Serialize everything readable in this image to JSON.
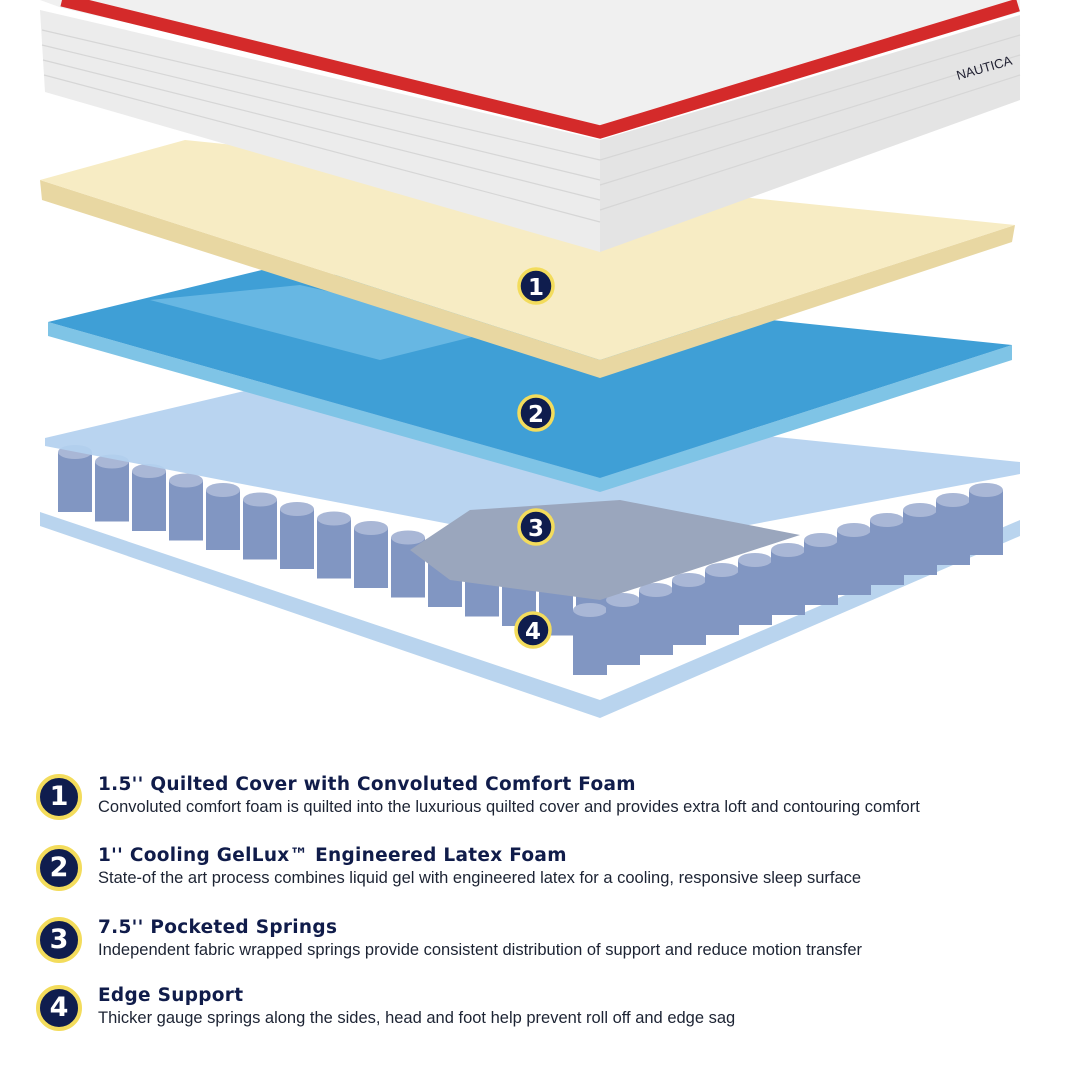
{
  "brand_logo": "NAUTICA",
  "diagram": {
    "layer_markers": [
      "1",
      "2",
      "3",
      "4"
    ]
  },
  "legend": [
    {
      "number": "1",
      "title": "1.5'' Quilted Cover with Convoluted Comfort Foam",
      "description": "Convoluted comfort foam is quilted into the luxurious quilted cover and provides extra loft and contouring comfort"
    },
    {
      "number": "2",
      "title": "1'' Cooling GelLux™ Engineered Latex Foam",
      "description": "State-of the art process combines liquid gel with engineered latex for a cooling, responsive sleep surface"
    },
    {
      "number": "3",
      "title": "7.5'' Pocketed Springs",
      "description": "Independent fabric wrapped springs provide consistent distribution of support and reduce motion transfer"
    },
    {
      "number": "4",
      "title": "Edge Support",
      "description": "Thicker gauge springs along the sides, head and foot help prevent roll off and edge sag"
    }
  ],
  "colors": {
    "navy": "#0f1d4e",
    "badge_ring": "#f3dc5c",
    "red_band": "#d42a2a",
    "foam": "#f7ecc4",
    "gel": "#3f9fd6",
    "springs_base": "#bcd6ef"
  }
}
